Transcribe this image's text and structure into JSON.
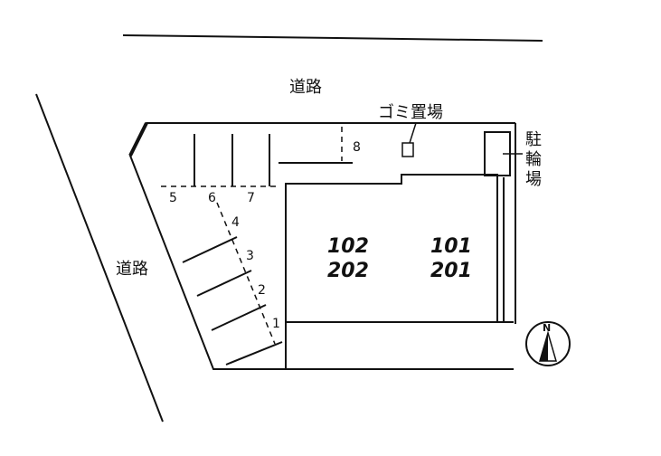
{
  "roads": {
    "north": "道路",
    "west": "道路"
  },
  "garbage": "ゴミ置場",
  "bicycle_parking": [
    "駐",
    "輪",
    "場"
  ],
  "parking_spaces": [
    "1",
    "2",
    "3",
    "4",
    "5",
    "6",
    "7",
    "8"
  ],
  "units": {
    "left": {
      "ground": "102",
      "upper": "202"
    },
    "right": {
      "ground": "101",
      "upper": "201"
    }
  },
  "compass": {
    "north_letter": "N"
  }
}
